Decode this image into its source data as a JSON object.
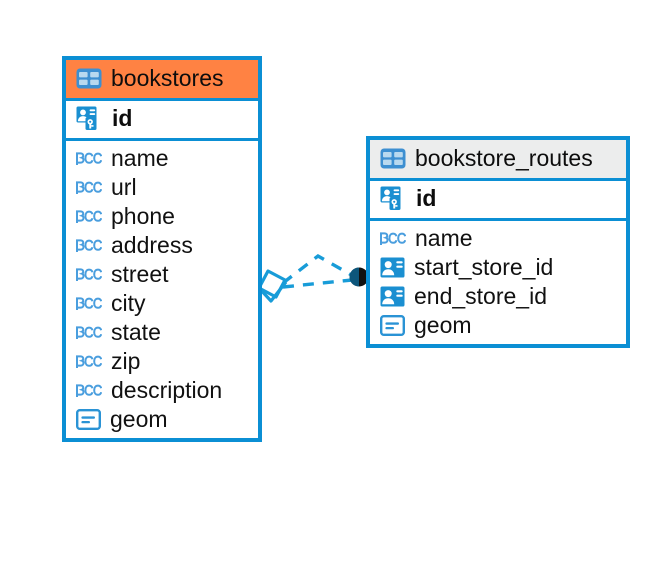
{
  "diagram": {
    "title": "database-entity-relationship-diagram",
    "colors": {
      "border": "#0b8fd4",
      "accent": "#0b8fd4",
      "highlight_header": "#ff8243",
      "default_header": "#eceded",
      "connector": "#189cd8",
      "endpoint": "#111111",
      "canvas": "#ffffff"
    }
  },
  "entities": [
    {
      "name": "bookstores",
      "header_style": "highlighted",
      "table_icon": "table-icon",
      "primary_key": {
        "label": "id",
        "icon": "primary-key-icon",
        "type": "pk"
      },
      "fields": [
        {
          "label": "name",
          "icon": "text-abc-icon",
          "type": "text"
        },
        {
          "label": "url",
          "icon": "text-abc-icon",
          "type": "text"
        },
        {
          "label": "phone",
          "icon": "text-abc-icon",
          "type": "text"
        },
        {
          "label": "address",
          "icon": "text-abc-icon",
          "type": "text"
        },
        {
          "label": "street",
          "icon": "text-abc-icon",
          "type": "text"
        },
        {
          "label": "city",
          "icon": "text-abc-icon",
          "type": "text"
        },
        {
          "label": "state",
          "icon": "text-abc-icon",
          "type": "text"
        },
        {
          "label": "zip",
          "icon": "text-abc-icon",
          "type": "text"
        },
        {
          "label": "description",
          "icon": "text-abc-icon",
          "type": "text"
        },
        {
          "label": "geom",
          "icon": "geometry-icon",
          "type": "geometry"
        }
      ]
    },
    {
      "name": "bookstore_routes",
      "header_style": "default",
      "table_icon": "table-icon",
      "primary_key": {
        "label": "id",
        "icon": "primary-key-icon",
        "type": "pk"
      },
      "fields": [
        {
          "label": "name",
          "icon": "text-abc-icon",
          "type": "text"
        },
        {
          "label": "start_store_id",
          "icon": "foreign-key-icon",
          "type": "fk"
        },
        {
          "label": "end_store_id",
          "icon": "foreign-key-icon",
          "type": "fk"
        },
        {
          "label": "geom",
          "icon": "geometry-icon",
          "type": "geometry"
        }
      ]
    }
  ],
  "relationship": {
    "from_entity": "bookstores",
    "to_entity": "bookstore_routes",
    "line_style": "dashed",
    "source_marker": "diamond-marker",
    "target_marker": "filled-circle-marker"
  }
}
